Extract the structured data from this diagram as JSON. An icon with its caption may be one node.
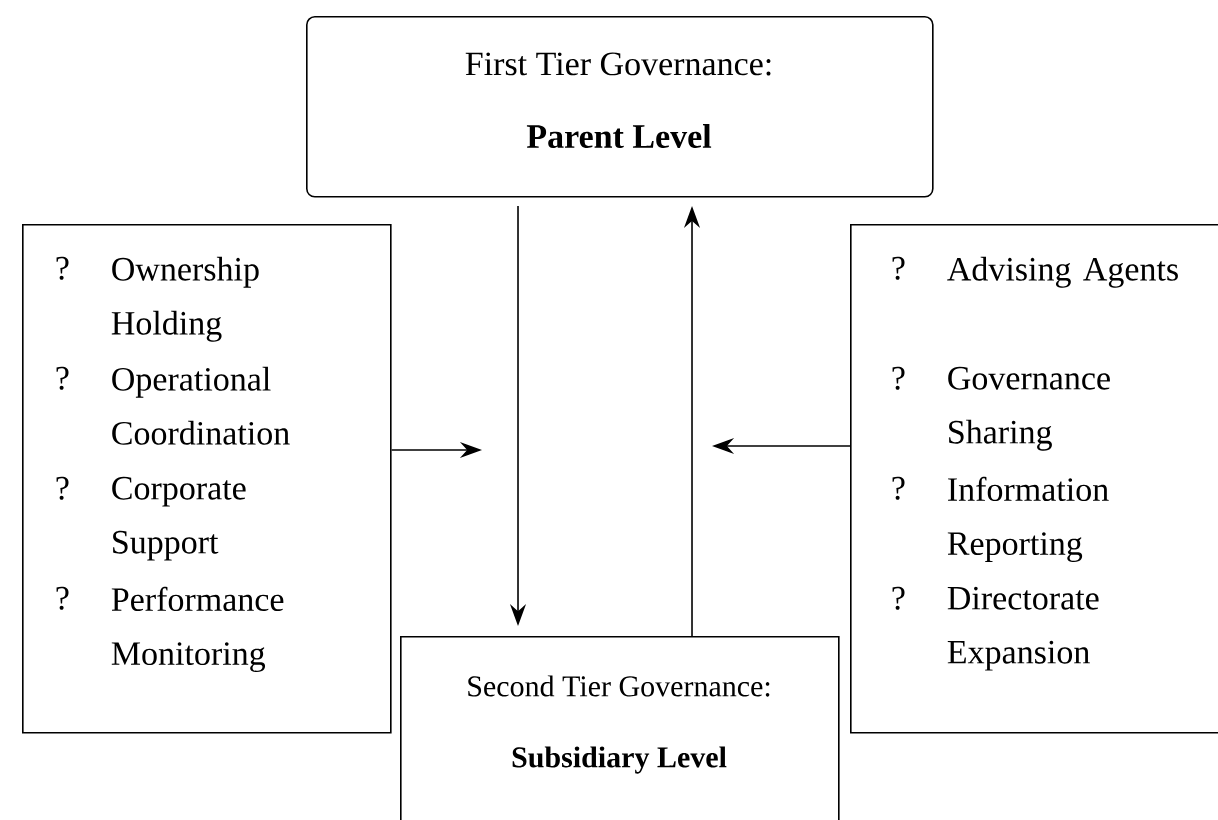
{
  "diagram": {
    "nodes": [
      {
        "text": [
          "First Tier Governance:",
          "Parent Level"
        ]
      },
      {
        "text": [
          "?",
          "Ownership Holding",
          "?",
          "Operational Coordination",
          "?",
          "Corporate Support",
          "?",
          "Performance Monitoring"
        ]
      },
      {
        "text": [
          "?",
          "Advising Agents",
          "?",
          "Governance Sharing",
          "?",
          "Information Reporting",
          "?",
          "Directorate Expansion"
        ]
      },
      {
        "text": [
          "Second Tier Governance:",
          "Subsidiary Level"
        ]
      }
    ],
    "edges": [
      {
        "from": 0,
        "to": 3,
        "arrow": "to"
      },
      {
        "from": 3,
        "to": 0,
        "arrow": "to"
      },
      {
        "from": 1,
        "to": null,
        "arrow": "to"
      },
      {
        "from": 2,
        "to": null,
        "arrow": "to"
      }
    ]
  }
}
